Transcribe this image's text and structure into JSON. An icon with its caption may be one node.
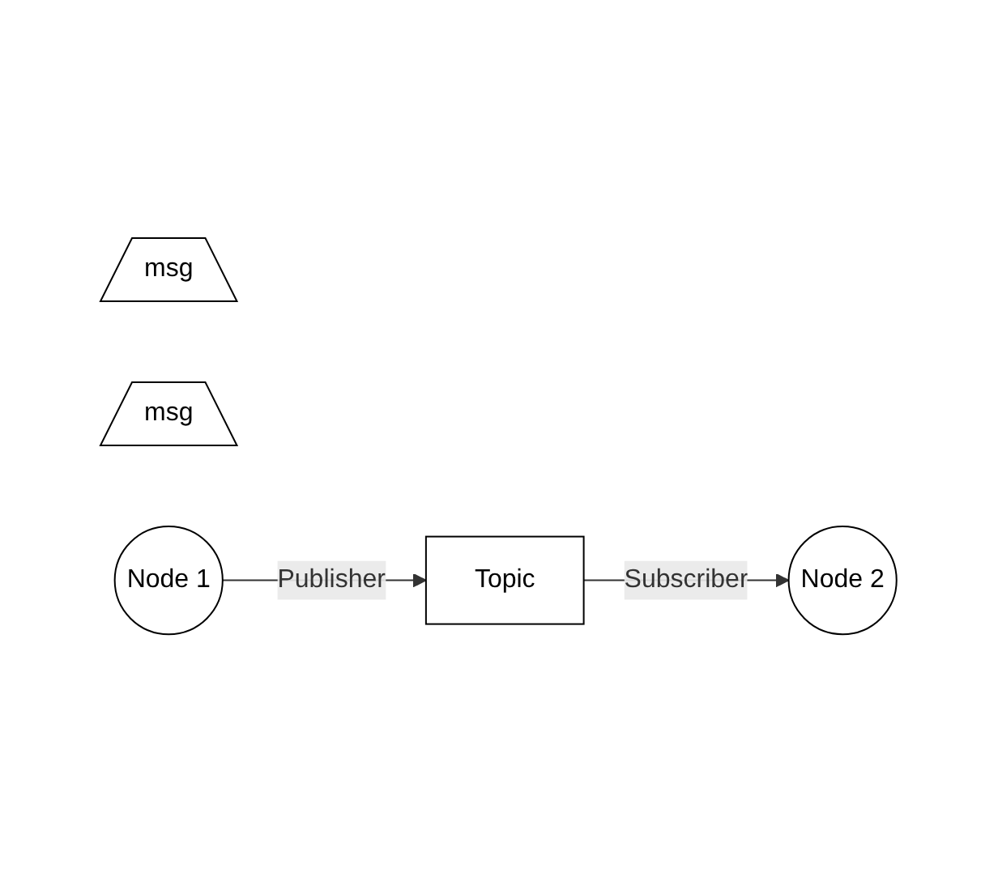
{
  "diagram": {
    "nodes": [
      {
        "text": [
          "Topic"
        ]
      },
      {
        "text": [
          "msg"
        ]
      },
      {
        "text": [
          "msg"
        ]
      },
      {
        "text": [
          "Node 1"
        ]
      },
      {
        "text": [
          "Node 2"
        ]
      }
    ],
    "edges": [
      {
        "from": 3,
        "to": 0,
        "arrow": "to",
        "label": "Publisher"
      },
      {
        "from": 0,
        "to": 4,
        "arrow": "to",
        "label": "Subscriber"
      }
    ]
  }
}
